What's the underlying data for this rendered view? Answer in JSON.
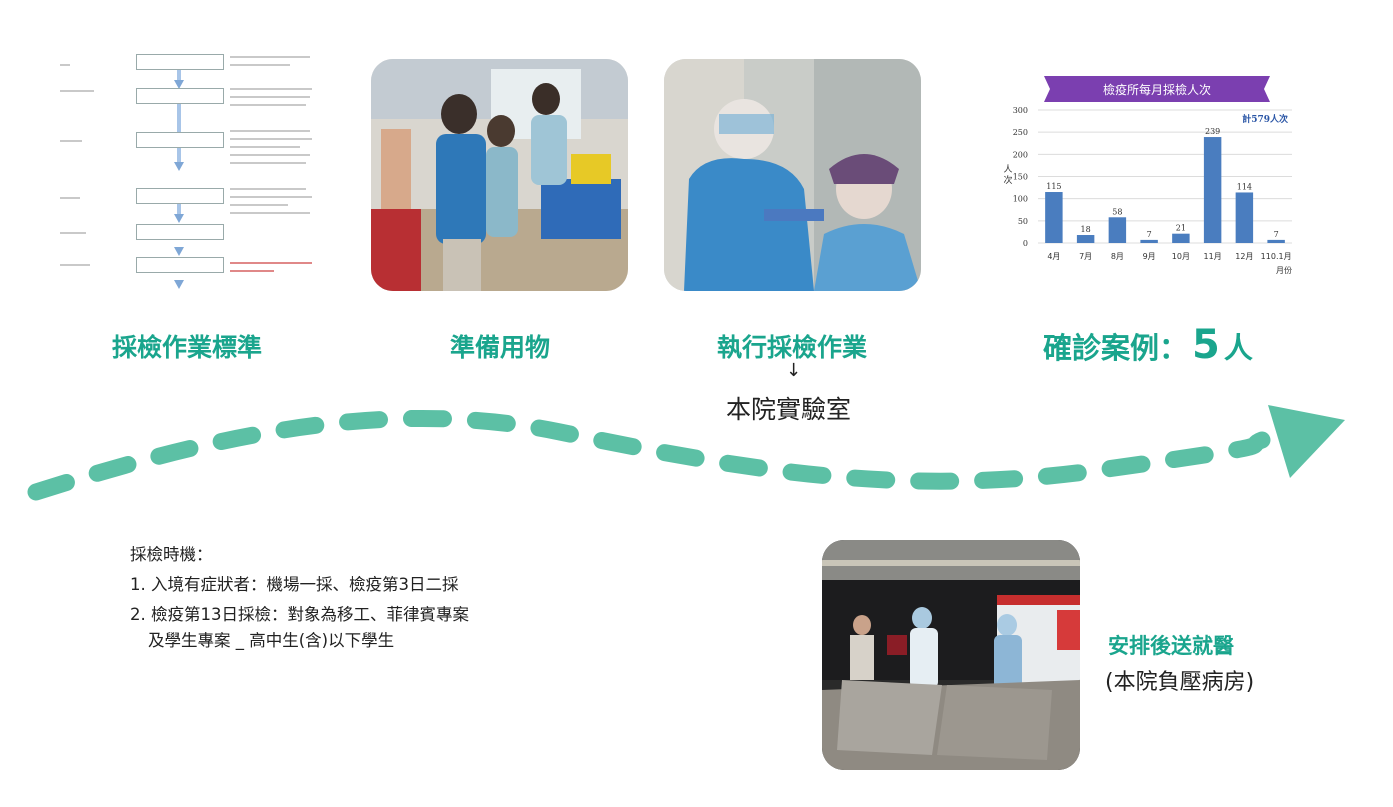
{
  "steps": [
    {
      "label": "採檢作業標準"
    },
    {
      "label": "準備用物"
    },
    {
      "label": "執行採檢作業",
      "sub": "本院實驗室",
      "arrow": "↓"
    },
    {
      "label_prefix": "確診案例：",
      "count": "5",
      "unit": "人"
    }
  ],
  "chart_data": {
    "type": "bar",
    "title": "檢疫所每月採檢人次",
    "total_note": "計579人次",
    "ylabel": "人\n次",
    "xlabel": "月份",
    "categories": [
      "4月",
      "7月",
      "8月",
      "9月",
      "10月",
      "11月",
      "12月",
      "110.1月"
    ],
    "values": [
      115,
      18,
      58,
      7,
      21,
      239,
      114,
      7
    ],
    "yticks": [
      0,
      50,
      100,
      150,
      200,
      250,
      300
    ],
    "ylim": [
      0,
      300
    ],
    "grid": true,
    "bar_color": "#4a7dbf",
    "title_bg": "#7b3fb0"
  },
  "timing": {
    "heading": "採檢時機：",
    "items": [
      "1. 入境有症狀者：機場一採、檢疫第3日二採",
      "2. 檢疫第13日採檢：對象為移工、菲律賓專案",
      "及學生專案 _ 高中生(含)以下學生"
    ]
  },
  "transfer": {
    "title": "安排後送就醫",
    "sub": "(本院負壓病房)"
  },
  "colors": {
    "accent": "#1aa58d",
    "arrow": "#5cc0a5"
  }
}
